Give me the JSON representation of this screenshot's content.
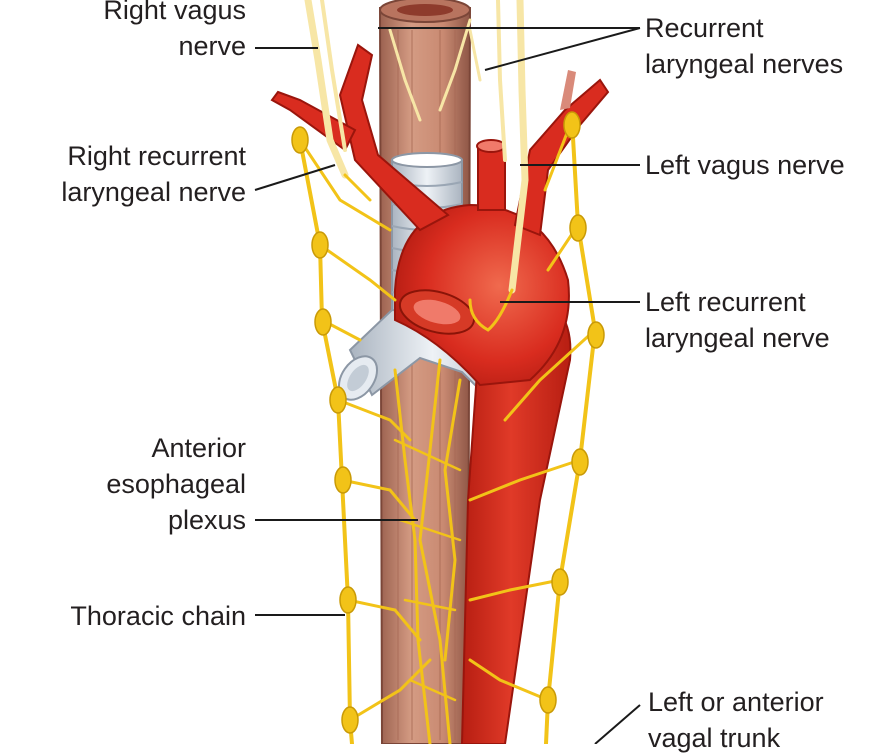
{
  "colors": {
    "nerve": "#f2c318",
    "nerve_outline": "#c99a06",
    "artery": "#d92c1f",
    "artery_dark": "#a8180f",
    "esophagus": "#c98a72",
    "esophagus_dark": "#8e5646",
    "trachea": "#d6dde6",
    "trachea_dark": "#9aa6b4",
    "leader_line": "#1a1a1a",
    "text": "#231f20"
  },
  "labels": {
    "right_vagus": "Right vagus\nnerve",
    "recurrent_laryngeal": "Recurrent\nlaryngeal nerves",
    "right_recurrent": "Right recurrent\nlaryngeal nerve",
    "left_vagus": "Left vagus nerve",
    "left_recurrent": "Left recurrent\nlaryngeal nerve",
    "anterior_plexus": "Anterior\nesophageal\nplexus",
    "thoracic_chain": "Thoracic chain",
    "left_anterior_trunk": "Left or anterior\nvagal trunk"
  }
}
